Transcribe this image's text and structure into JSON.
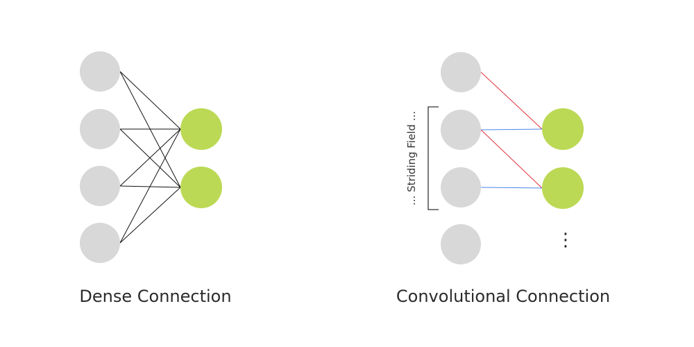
{
  "colors": {
    "input_node": "#d8d8d8",
    "output_node": "#bcd955",
    "dense_edge": "#111111",
    "conv_edge_first": "#e0303a",
    "conv_edge_second": "#4a86e8",
    "bracket": "#333333"
  },
  "dense": {
    "caption": "Dense Connection",
    "input_count": 4,
    "output_count": 2
  },
  "convolutional": {
    "caption": "Convolutional Connection",
    "input_count": 4,
    "output_count": 2,
    "field_label": "... Striding Field ...",
    "continuation": "⋮"
  }
}
